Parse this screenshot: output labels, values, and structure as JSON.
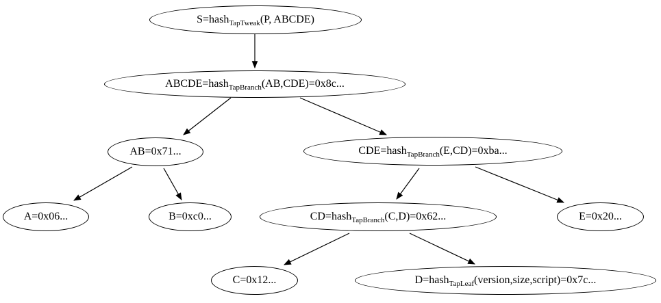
{
  "diagram_type": "tree",
  "colors": {
    "node_fill": "#ffffff",
    "node_stroke": "#000000",
    "text": "#000000",
    "edge": "#000000"
  },
  "nodes": [
    {
      "id": "S",
      "pre": "S=hash",
      "sub": "TapTweak",
      "post": "(P, ABCDE)"
    },
    {
      "id": "ABCDE",
      "pre": "ABCDE=hash",
      "sub": "TapBranch",
      "post": "(AB,CDE)=0x8c..."
    },
    {
      "id": "AB",
      "pre": "AB=0x71..."
    },
    {
      "id": "CDE",
      "pre": "CDE=hash",
      "sub": "TapBranch",
      "post": "(E,CD)=0xba..."
    },
    {
      "id": "A",
      "pre": "A=0x06..."
    },
    {
      "id": "B",
      "pre": "B=0xc0..."
    },
    {
      "id": "CD",
      "pre": "CD=hash",
      "sub": "TapBranch",
      "post": "(C,D)=0x62..."
    },
    {
      "id": "E",
      "pre": "E=0x20..."
    },
    {
      "id": "C",
      "pre": "C=0x12..."
    },
    {
      "id": "D",
      "pre": "D=hash",
      "sub": "TapLeaf",
      "post": "(version,size,script)=0x7c..."
    }
  ],
  "edges": [
    {
      "from": "S",
      "to": "ABCDE"
    },
    {
      "from": "ABCDE",
      "to": "AB"
    },
    {
      "from": "ABCDE",
      "to": "CDE"
    },
    {
      "from": "AB",
      "to": "A"
    },
    {
      "from": "AB",
      "to": "B"
    },
    {
      "from": "CDE",
      "to": "CD"
    },
    {
      "from": "CDE",
      "to": "E"
    },
    {
      "from": "CD",
      "to": "C"
    },
    {
      "from": "CD",
      "to": "D"
    }
  ]
}
